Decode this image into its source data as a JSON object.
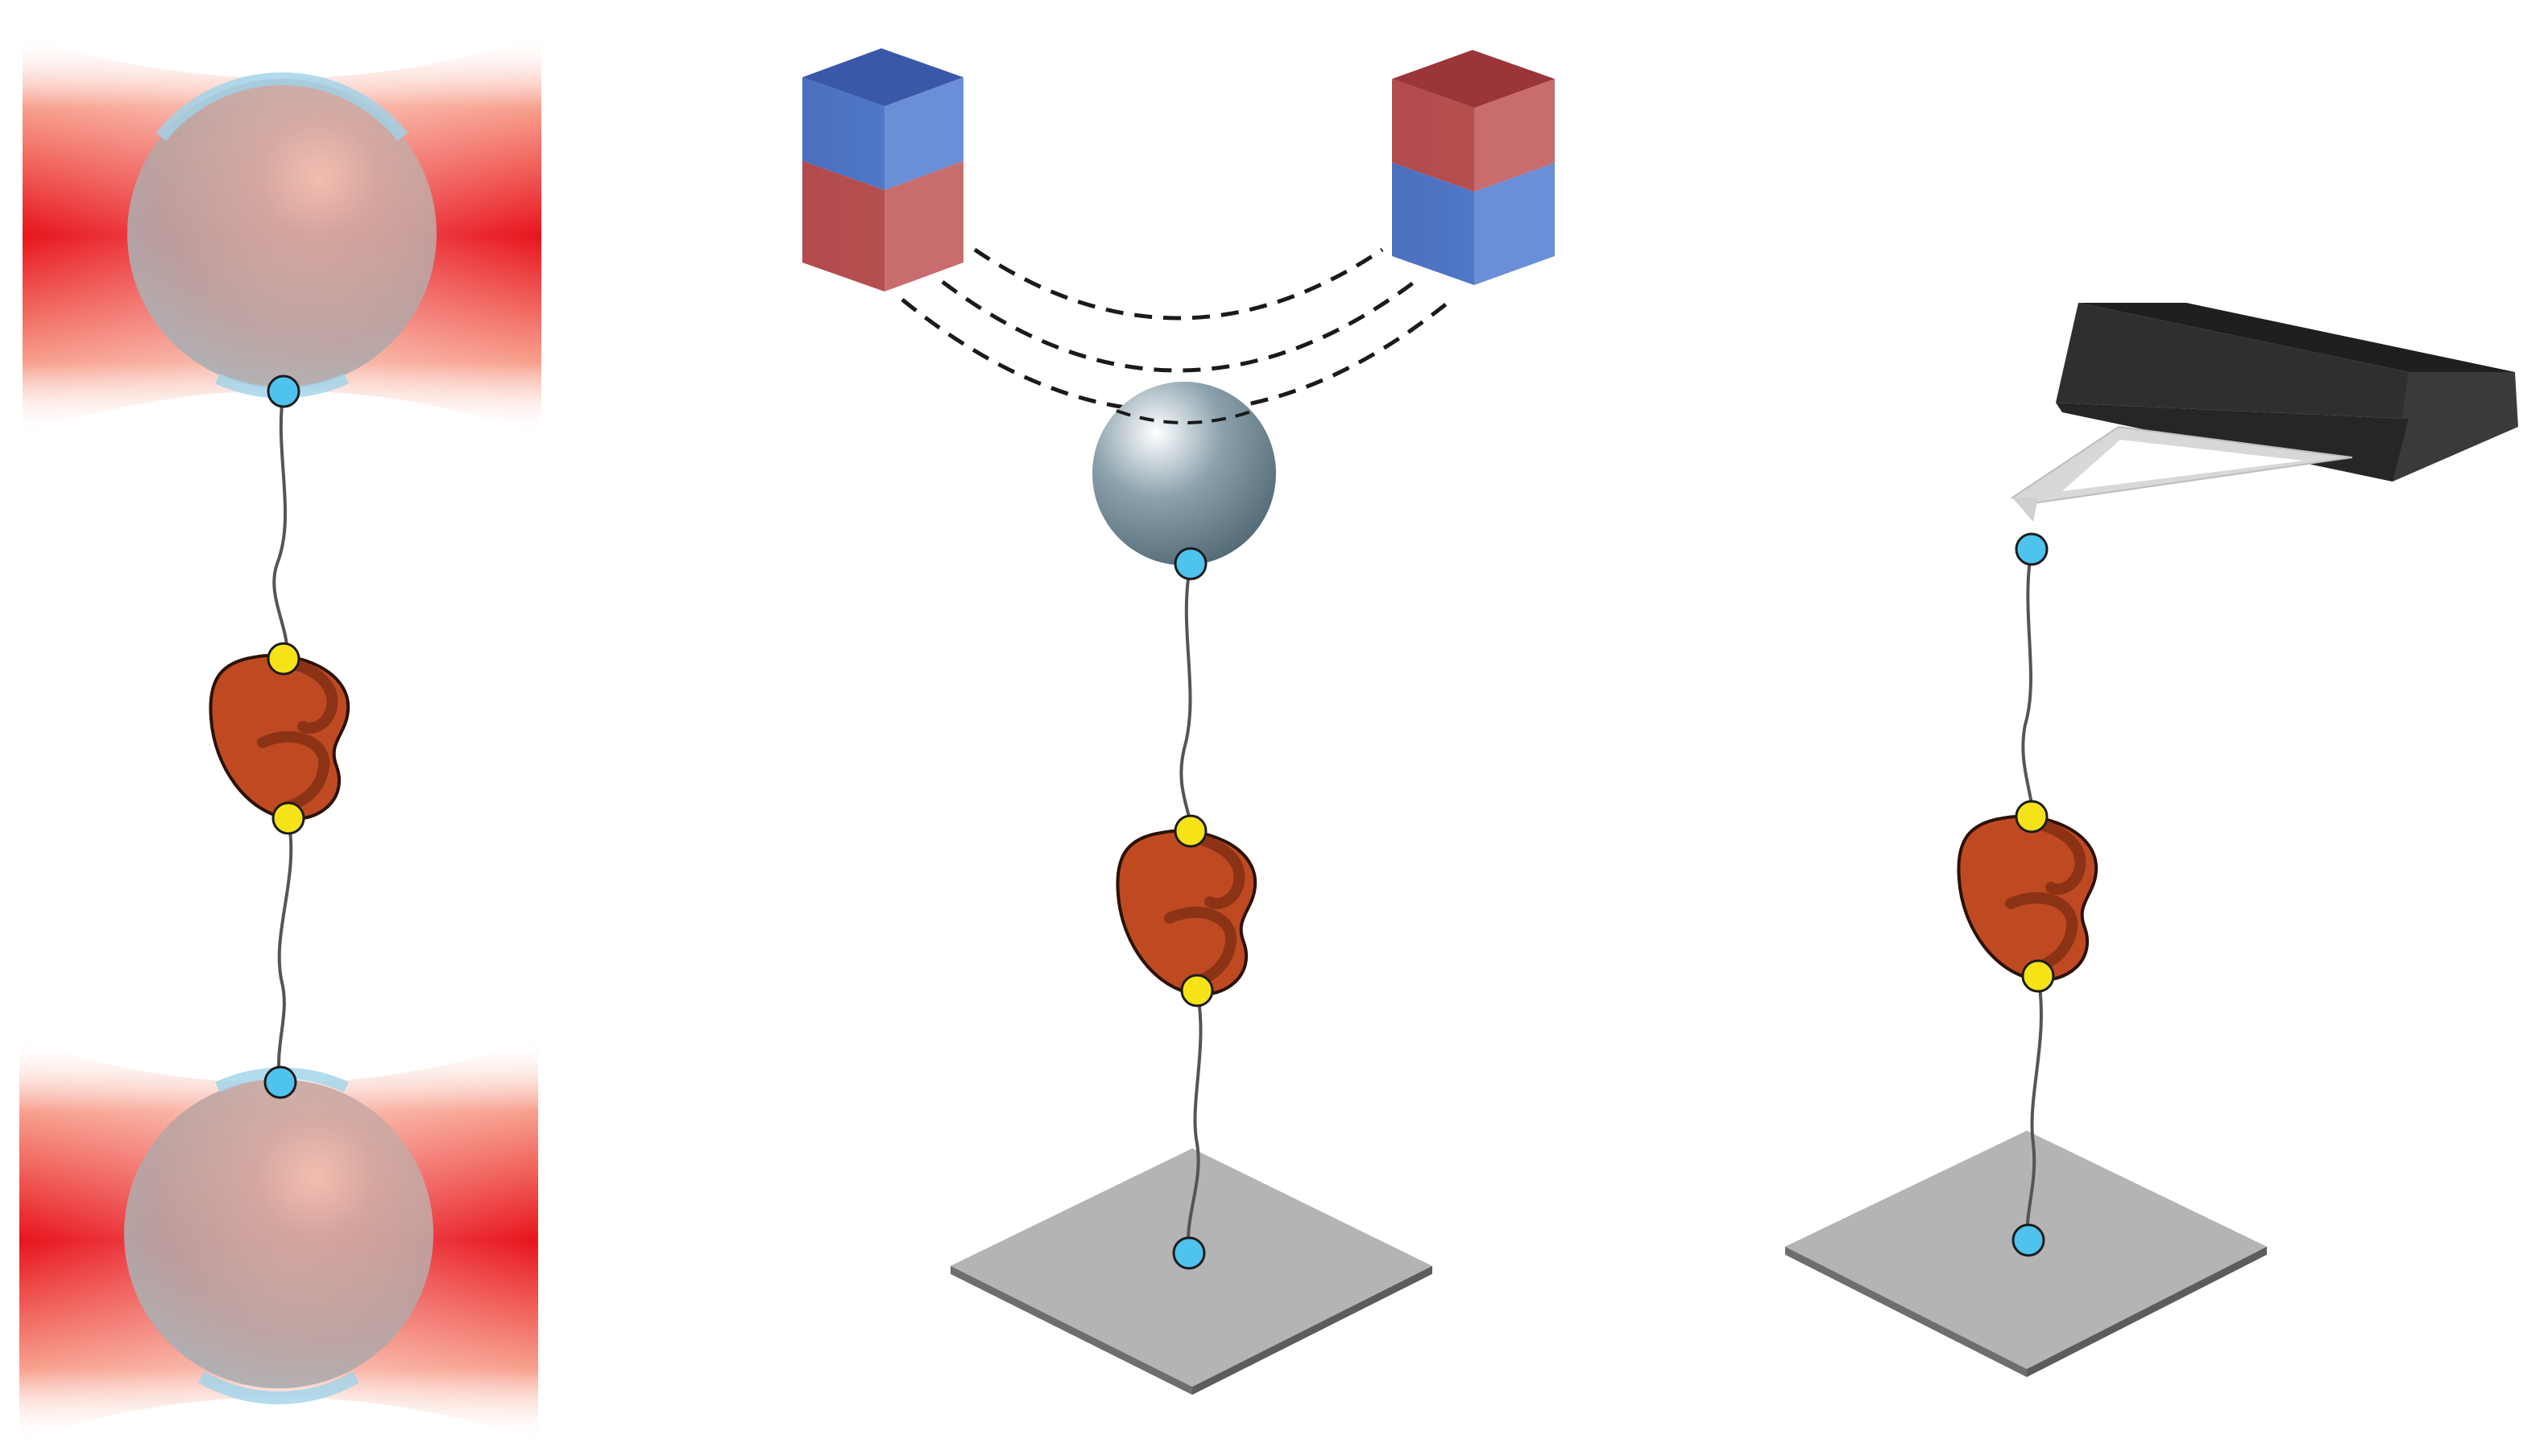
{
  "figure": {
    "panels": [
      {
        "name": "optical-tweezers",
        "elements": [
          "laser-trap",
          "bead",
          "tether",
          "protein",
          "bead"
        ]
      },
      {
        "name": "magnetic-tweezers",
        "elements": [
          "magnet-pair",
          "field-lines",
          "magnetic-bead",
          "tether",
          "protein",
          "surface"
        ]
      },
      {
        "name": "afm",
        "elements": [
          "cantilever-chip",
          "cantilever-tip",
          "tether",
          "protein",
          "surface"
        ]
      }
    ],
    "colors": {
      "laser": "#e8141c",
      "bead_glass": "#a9b7bf",
      "bead_rim": "#9ed3ea",
      "protein": "#bf4a22",
      "protein_dark": "#8c3316",
      "linker_handle": "#4dc3ee",
      "linker_anchor": "#f6e317",
      "tether": "#555555",
      "magnet_blue": "#4b72c1",
      "magnet_red": "#b74e51",
      "magnetic_bead": "#6f8792",
      "surface": "#b4b4b4",
      "cantilever_chip": "#2f2f2f",
      "cantilever_tip": "#d8d8d8"
    }
  }
}
